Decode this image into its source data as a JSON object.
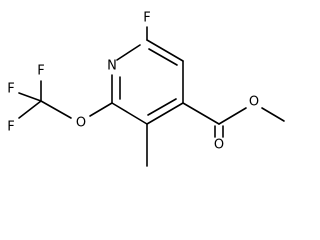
{
  "molecule": {
    "atoms": {
      "fluoro_ring": "F",
      "ring_nitrogen": "N",
      "cf3_f1": "F",
      "cf3_f2": "F",
      "cf3_f3": "F",
      "ether_oxygen": "O",
      "ester_carbonyl_oxygen": "O",
      "ester_alkoxy_oxygen": "O"
    }
  }
}
